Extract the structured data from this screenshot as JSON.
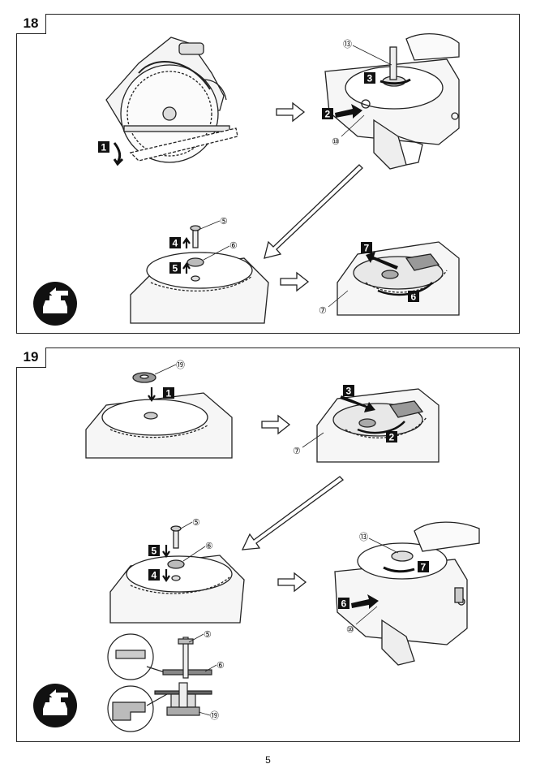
{
  "figure18": {
    "number": "18",
    "steps": {
      "s1": "1",
      "s2": "2",
      "s3": "3",
      "s4": "4",
      "s5": "5",
      "s6": "6",
      "s7": "7"
    },
    "refs": {
      "r13": "⑬",
      "r10": "⑩",
      "r5": "⑤",
      "r6": "⑥",
      "r7": "⑦"
    }
  },
  "figure19": {
    "number": "19",
    "steps": {
      "s1": "1",
      "s2": "2",
      "s3": "3",
      "s4": "4",
      "s5": "5",
      "s6": "6",
      "s7": "7"
    },
    "refs": {
      "r19": "⑲",
      "r7": "⑦",
      "r5": "⑤",
      "r6": "⑥",
      "r13": "⑬",
      "r10": "⑩",
      "r5b": "⑤",
      "r6b": "⑥",
      "r19b": "⑲"
    }
  },
  "page_number": "5",
  "icons": [
    "unplug-battery-icon",
    "flow-arrow-icon",
    "step-badge",
    "saw-illustration",
    "flange-cross-section"
  ]
}
